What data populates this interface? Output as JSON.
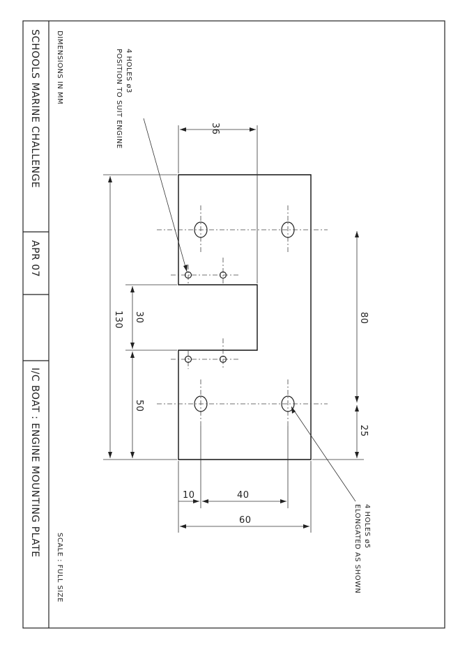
{
  "title_block": {
    "organisation": "SCHOOLS MARINE CHALLENGE",
    "date": "APR 07",
    "title": "I/C BOAT : ENGINE MOUNTING PLATE"
  },
  "notes": {
    "units": "DIMENSIONS IN MM",
    "scale": "SCALE : FULL SIZE",
    "small_holes_line1": "4 HOLES ø3",
    "small_holes_line2": "POSITION TO SUIT ENGINE",
    "large_holes_line1": "4 HOLES ø5",
    "large_holes_line2": "ELONGATED AS SHOWN"
  },
  "dimensions": {
    "slot_depth": "36",
    "overall_length": "130",
    "slot_width": "30",
    "end_to_slot": "50",
    "hole_spacing_long": "80",
    "edge_to_hole": "25",
    "edge_to_hole_side": "10",
    "hole_spacing_wide": "40",
    "overall_width": "60"
  },
  "colors": {
    "ink": "#222222",
    "paper": "#ffffff"
  }
}
